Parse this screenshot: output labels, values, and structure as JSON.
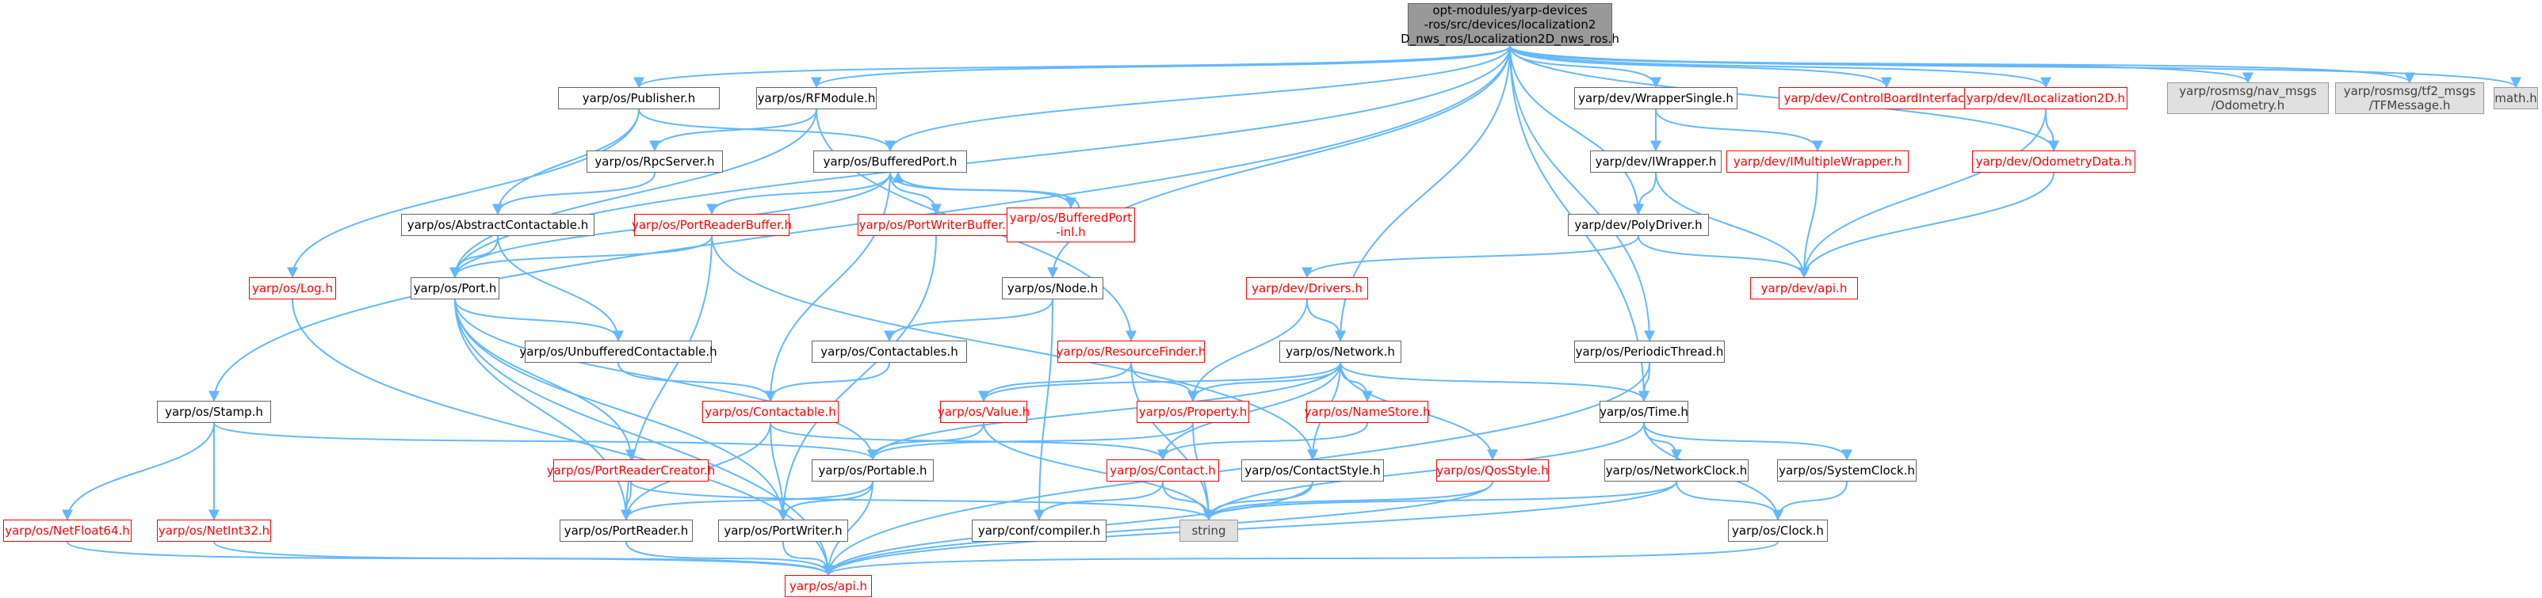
{
  "graph": {
    "colors": {
      "edge": "#63b8ff",
      "node_border": "#666666",
      "missing_node": "#ff0000",
      "root_fill": "#999999",
      "external_fill": "#e0e0e0"
    },
    "nodes": [
      {
        "id": "root",
        "label": "opt-modules/yarp-devices\n-ros/src/devices/localization2\nD_nws_ros/Localization2D_nws_ros.h",
        "kind": "root"
      },
      {
        "id": "publisher",
        "label": "yarp/os/Publisher.h",
        "kind": "normal"
      },
      {
        "id": "rfmodule",
        "label": "yarp/os/RFModule.h",
        "kind": "normal"
      },
      {
        "id": "wrappersingle",
        "label": "yarp/dev/WrapperSingle.h",
        "kind": "normal"
      },
      {
        "id": "cbi",
        "label": "yarp/dev/ControlBoardInterfaces.h",
        "kind": "missing"
      },
      {
        "id": "iloc",
        "label": "yarp/dev/ILocalization2D.h",
        "kind": "missing"
      },
      {
        "id": "navodo",
        "label": "yarp/rosmsg/nav_msgs\n/Odometry.h",
        "kind": "external"
      },
      {
        "id": "tf2",
        "label": "yarp/rosmsg/tf2_msgs\n/TFMessage.h",
        "kind": "external"
      },
      {
        "id": "math",
        "label": "math.h",
        "kind": "external"
      },
      {
        "id": "rpcserver",
        "label": "yarp/os/RpcServer.h",
        "kind": "normal"
      },
      {
        "id": "bufport",
        "label": "yarp/os/BufferedPort.h",
        "kind": "normal"
      },
      {
        "id": "iwrapper",
        "label": "yarp/dev/IWrapper.h",
        "kind": "normal"
      },
      {
        "id": "imulti",
        "label": "yarp/dev/IMultipleWrapper.h",
        "kind": "missing"
      },
      {
        "id": "odometrydata",
        "label": "yarp/dev/OdometryData.h",
        "kind": "missing"
      },
      {
        "id": "abscont",
        "label": "yarp/os/AbstractContactable.h",
        "kind": "normal"
      },
      {
        "id": "prb",
        "label": "yarp/os/PortReaderBuffer.h",
        "kind": "missing"
      },
      {
        "id": "pwb",
        "label": "yarp/os/PortWriterBuffer.h",
        "kind": "missing"
      },
      {
        "id": "bpinl",
        "label": "yarp/os/BufferedPort\n-inl.h",
        "kind": "missing"
      },
      {
        "id": "polydriver",
        "label": "yarp/dev/PolyDriver.h",
        "kind": "normal"
      },
      {
        "id": "log",
        "label": "yarp/os/Log.h",
        "kind": "missing"
      },
      {
        "id": "port",
        "label": "yarp/os/Port.h",
        "kind": "normal"
      },
      {
        "id": "node",
        "label": "yarp/os/Node.h",
        "kind": "normal"
      },
      {
        "id": "drivers",
        "label": "yarp/dev/Drivers.h",
        "kind": "missing"
      },
      {
        "id": "devapi",
        "label": "yarp/dev/api.h",
        "kind": "missing"
      },
      {
        "id": "unbuf",
        "label": "yarp/os/UnbufferedContactable.h",
        "kind": "normal"
      },
      {
        "id": "contactables",
        "label": "yarp/os/Contactables.h",
        "kind": "normal"
      },
      {
        "id": "resfinder",
        "label": "yarp/os/ResourceFinder.h",
        "kind": "missing"
      },
      {
        "id": "network",
        "label": "yarp/os/Network.h",
        "kind": "normal"
      },
      {
        "id": "periodic",
        "label": "yarp/os/PeriodicThread.h",
        "kind": "normal"
      },
      {
        "id": "stamp",
        "label": "yarp/os/Stamp.h",
        "kind": "normal"
      },
      {
        "id": "contactable",
        "label": "yarp/os/Contactable.h",
        "kind": "missing"
      },
      {
        "id": "value",
        "label": "yarp/os/Value.h",
        "kind": "missing"
      },
      {
        "id": "property",
        "label": "yarp/os/Property.h",
        "kind": "missing"
      },
      {
        "id": "namestore",
        "label": "yarp/os/NameStore.h",
        "kind": "missing"
      },
      {
        "id": "time",
        "label": "yarp/os/Time.h",
        "kind": "normal"
      },
      {
        "id": "prc",
        "label": "yarp/os/PortReaderCreator.h",
        "kind": "missing"
      },
      {
        "id": "portable",
        "label": "yarp/os/Portable.h",
        "kind": "normal"
      },
      {
        "id": "contact",
        "label": "yarp/os/Contact.h",
        "kind": "missing"
      },
      {
        "id": "contactstyle",
        "label": "yarp/os/ContactStyle.h",
        "kind": "normal"
      },
      {
        "id": "qos",
        "label": "yarp/os/QosStyle.h",
        "kind": "missing"
      },
      {
        "id": "netclock",
        "label": "yarp/os/NetworkClock.h",
        "kind": "normal"
      },
      {
        "id": "sysclock",
        "label": "yarp/os/SystemClock.h",
        "kind": "normal"
      },
      {
        "id": "netfloat",
        "label": "yarp/os/NetFloat64.h",
        "kind": "missing"
      },
      {
        "id": "netint",
        "label": "yarp/os/NetInt32.h",
        "kind": "missing"
      },
      {
        "id": "portreader",
        "label": "yarp/os/PortReader.h",
        "kind": "normal"
      },
      {
        "id": "portwriter",
        "label": "yarp/os/PortWriter.h",
        "kind": "normal"
      },
      {
        "id": "compiler",
        "label": "yarp/conf/compiler.h",
        "kind": "normal"
      },
      {
        "id": "string",
        "label": "string",
        "kind": "external"
      },
      {
        "id": "clock",
        "label": "yarp/os/Clock.h",
        "kind": "normal"
      },
      {
        "id": "osapi",
        "label": "yarp/os/api.h",
        "kind": "missing"
      }
    ],
    "edges": [
      [
        "root",
        "publisher"
      ],
      [
        "root",
        "rfmodule"
      ],
      [
        "root",
        "wrappersingle"
      ],
      [
        "root",
        "cbi"
      ],
      [
        "root",
        "iloc"
      ],
      [
        "root",
        "navodo"
      ],
      [
        "root",
        "tf2"
      ],
      [
        "root",
        "math"
      ],
      [
        "root",
        "bufport"
      ],
      [
        "root",
        "port"
      ],
      [
        "root",
        "stamp"
      ],
      [
        "root",
        "node"
      ],
      [
        "root",
        "network"
      ],
      [
        "root",
        "polydriver"
      ],
      [
        "root",
        "periodic"
      ],
      [
        "root",
        "time"
      ],
      [
        "root",
        "odometrydata"
      ],
      [
        "publisher",
        "bufport"
      ],
      [
        "publisher",
        "abscont"
      ],
      [
        "publisher",
        "log"
      ],
      [
        "rfmodule",
        "rpcserver"
      ],
      [
        "rfmodule",
        "port"
      ],
      [
        "rfmodule",
        "resfinder"
      ],
      [
        "rpcserver",
        "abscont"
      ],
      [
        "bufport",
        "prb"
      ],
      [
        "bufport",
        "pwb"
      ],
      [
        "bufport",
        "bpinl"
      ],
      [
        "bufport",
        "port"
      ],
      [
        "bufport",
        "contactable"
      ],
      [
        "bpinl",
        "bufport"
      ],
      [
        "wrappersingle",
        "iwrapper"
      ],
      [
        "wrappersingle",
        "imulti"
      ],
      [
        "iwrapper",
        "polydriver"
      ],
      [
        "iwrapper",
        "devapi"
      ],
      [
        "imulti",
        "devapi"
      ],
      [
        "iloc",
        "odometrydata"
      ],
      [
        "iloc",
        "devapi"
      ],
      [
        "odometrydata",
        "devapi"
      ],
      [
        "abscont",
        "port"
      ],
      [
        "abscont",
        "unbuf"
      ],
      [
        "prb",
        "port"
      ],
      [
        "prb",
        "portreader"
      ],
      [
        "prb",
        "contactstyle"
      ],
      [
        "pwb",
        "portwriter"
      ],
      [
        "polydriver",
        "drivers"
      ],
      [
        "polydriver",
        "devapi"
      ],
      [
        "log",
        "osapi"
      ],
      [
        "port",
        "unbuf"
      ],
      [
        "port",
        "prc"
      ],
      [
        "port",
        "portable"
      ],
      [
        "port",
        "portreader"
      ],
      [
        "port",
        "portwriter"
      ],
      [
        "port",
        "osapi"
      ],
      [
        "node",
        "contactables"
      ],
      [
        "node",
        "compiler"
      ],
      [
        "drivers",
        "network"
      ],
      [
        "drivers",
        "property"
      ],
      [
        "unbuf",
        "contactable"
      ],
      [
        "contactables",
        "contactable"
      ],
      [
        "resfinder",
        "value"
      ],
      [
        "resfinder",
        "property"
      ],
      [
        "resfinder",
        "string"
      ],
      [
        "network",
        "value"
      ],
      [
        "network",
        "property"
      ],
      [
        "network",
        "namestore"
      ],
      [
        "network",
        "portable"
      ],
      [
        "network",
        "contact"
      ],
      [
        "network",
        "contactstyle"
      ],
      [
        "network",
        "qos"
      ],
      [
        "network",
        "time"
      ],
      [
        "periodic",
        "time"
      ],
      [
        "periodic",
        "osapi"
      ],
      [
        "stamp",
        "portable"
      ],
      [
        "stamp",
        "netfloat"
      ],
      [
        "stamp",
        "netint"
      ],
      [
        "contactable",
        "contact"
      ],
      [
        "contactable",
        "portreader"
      ],
      [
        "contactable",
        "portwriter"
      ],
      [
        "value",
        "portable"
      ],
      [
        "value",
        "string"
      ],
      [
        "property",
        "portable"
      ],
      [
        "property",
        "string"
      ],
      [
        "namestore",
        "contact"
      ],
      [
        "time",
        "netclock"
      ],
      [
        "time",
        "sysclock"
      ],
      [
        "time",
        "clock"
      ],
      [
        "time",
        "string"
      ],
      [
        "prc",
        "portreader"
      ],
      [
        "prc",
        "string"
      ],
      [
        "portable",
        "portreader"
      ],
      [
        "portable",
        "portwriter"
      ],
      [
        "portable",
        "osapi"
      ],
      [
        "contact",
        "compiler"
      ],
      [
        "contact",
        "string"
      ],
      [
        "contactstyle",
        "string"
      ],
      [
        "contactstyle",
        "osapi"
      ],
      [
        "qos",
        "string"
      ],
      [
        "qos",
        "osapi"
      ],
      [
        "netclock",
        "clock"
      ],
      [
        "netclock",
        "string"
      ],
      [
        "netclock",
        "osapi"
      ],
      [
        "sysclock",
        "clock"
      ],
      [
        "netfloat",
        "osapi"
      ],
      [
        "netint",
        "osapi"
      ],
      [
        "portreader",
        "osapi"
      ],
      [
        "portwriter",
        "osapi"
      ],
      [
        "clock",
        "osapi"
      ]
    ]
  }
}
